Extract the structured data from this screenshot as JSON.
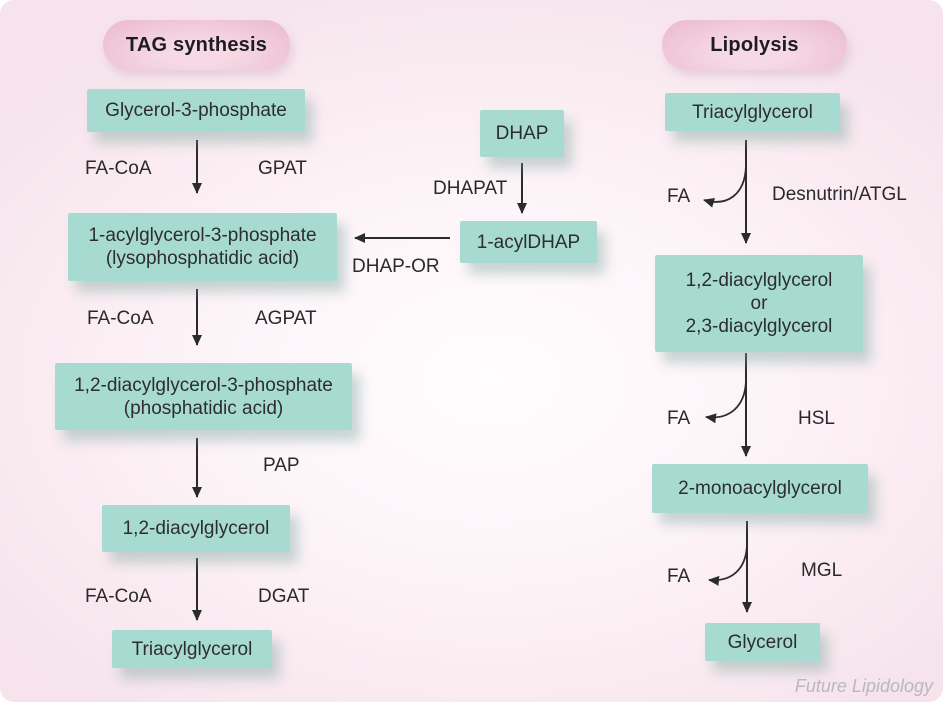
{
  "headers": {
    "left": "TAG synthesis",
    "right": "Lipolysis"
  },
  "tag_synthesis": {
    "nodes": {
      "g3p": "Glycerol-3-phosphate",
      "agp_line1": "1-acylglycerol-3-phosphate",
      "agp_line2": "(lysophosphatidic acid)",
      "dgp_line1": "1,2-diacylglycerol-3-phosphate",
      "dgp_line2": "(phosphatidic acid)",
      "dag": "1,2-diacylglycerol",
      "tag": "Triacylglycerol"
    },
    "labels": {
      "facoa1": "FA-CoA",
      "gpat": "GPAT",
      "facoa2": "FA-CoA",
      "agpat": "AGPAT",
      "pap": "PAP",
      "facoa3": "FA-CoA",
      "dgat": "DGAT"
    }
  },
  "dhap_branch": {
    "nodes": {
      "dhap": "DHAP",
      "acyldhap": "1-acylDHAP"
    },
    "labels": {
      "dhapat": "DHAPAT",
      "dhapor": "DHAP-OR"
    }
  },
  "lipolysis": {
    "nodes": {
      "tag": "Triacylglycerol",
      "dag_line1": "1,2-diacylglycerol",
      "dag_line2": "or",
      "dag_line3": "2,3-diacylglycerol",
      "mag": "2-monoacylglycerol",
      "glycerol": "Glycerol"
    },
    "labels": {
      "fa1": "FA",
      "atgl": "Desnutrin/ATGL",
      "fa2": "FA",
      "hsl": "HSL",
      "fa3": "FA",
      "mgl": "MGL"
    }
  },
  "watermark": "Future Lipidology",
  "colors": {
    "box_fill": "#a7dbd2",
    "pill_fill": "#efc6d7",
    "background_edge": "#f6e3ec",
    "arrow": "#2b2b2d",
    "watermark_text": "#bab7be"
  }
}
